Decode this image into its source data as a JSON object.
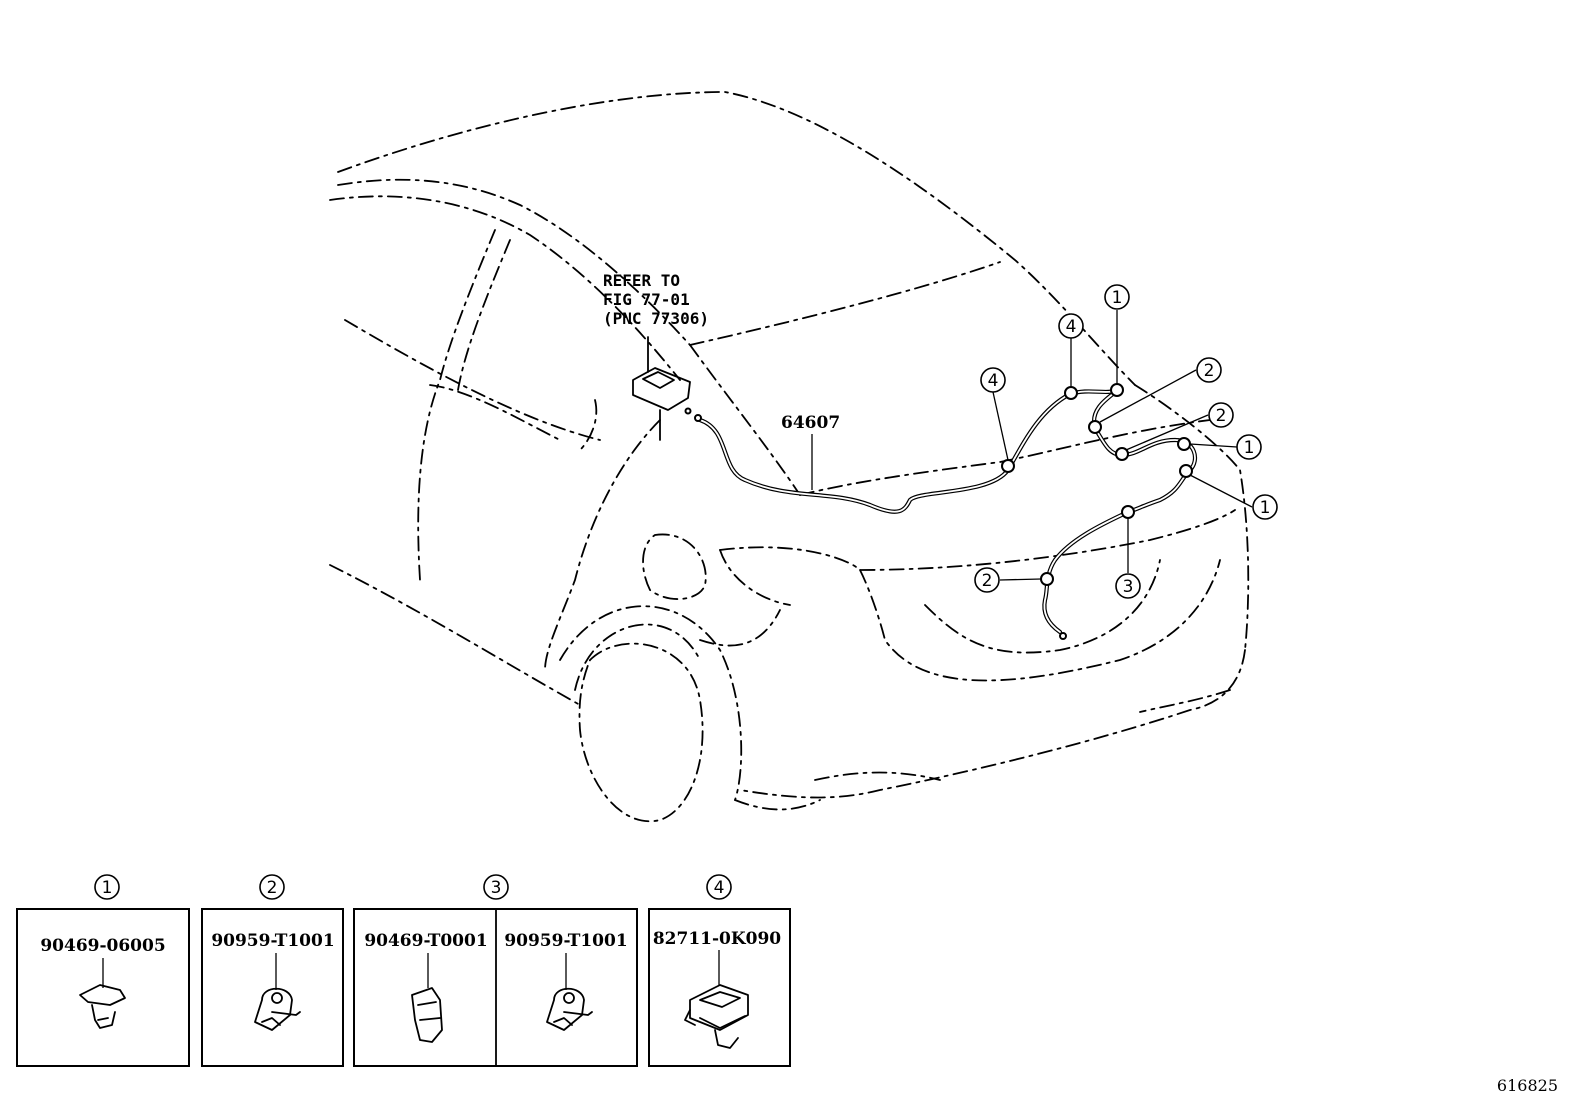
{
  "reference_note": {
    "line1": "REFER TO",
    "line2": "FIG 77-01",
    "line3": "(PNC 77306)"
  },
  "main_part_number": "64607",
  "callout_markers": {
    "c1": "1",
    "c2": "2",
    "c3": "3",
    "c4": "4"
  },
  "legend": [
    {
      "marker": "1",
      "parts": [
        "90469-06005"
      ]
    },
    {
      "marker": "2",
      "parts": [
        "90959-T1001"
      ]
    },
    {
      "marker": "3",
      "parts": [
        "90469-T0001",
        "90959-T1001"
      ]
    },
    {
      "marker": "4",
      "parts": [
        "82711-0K090"
      ]
    }
  ],
  "figure_id": "616825"
}
